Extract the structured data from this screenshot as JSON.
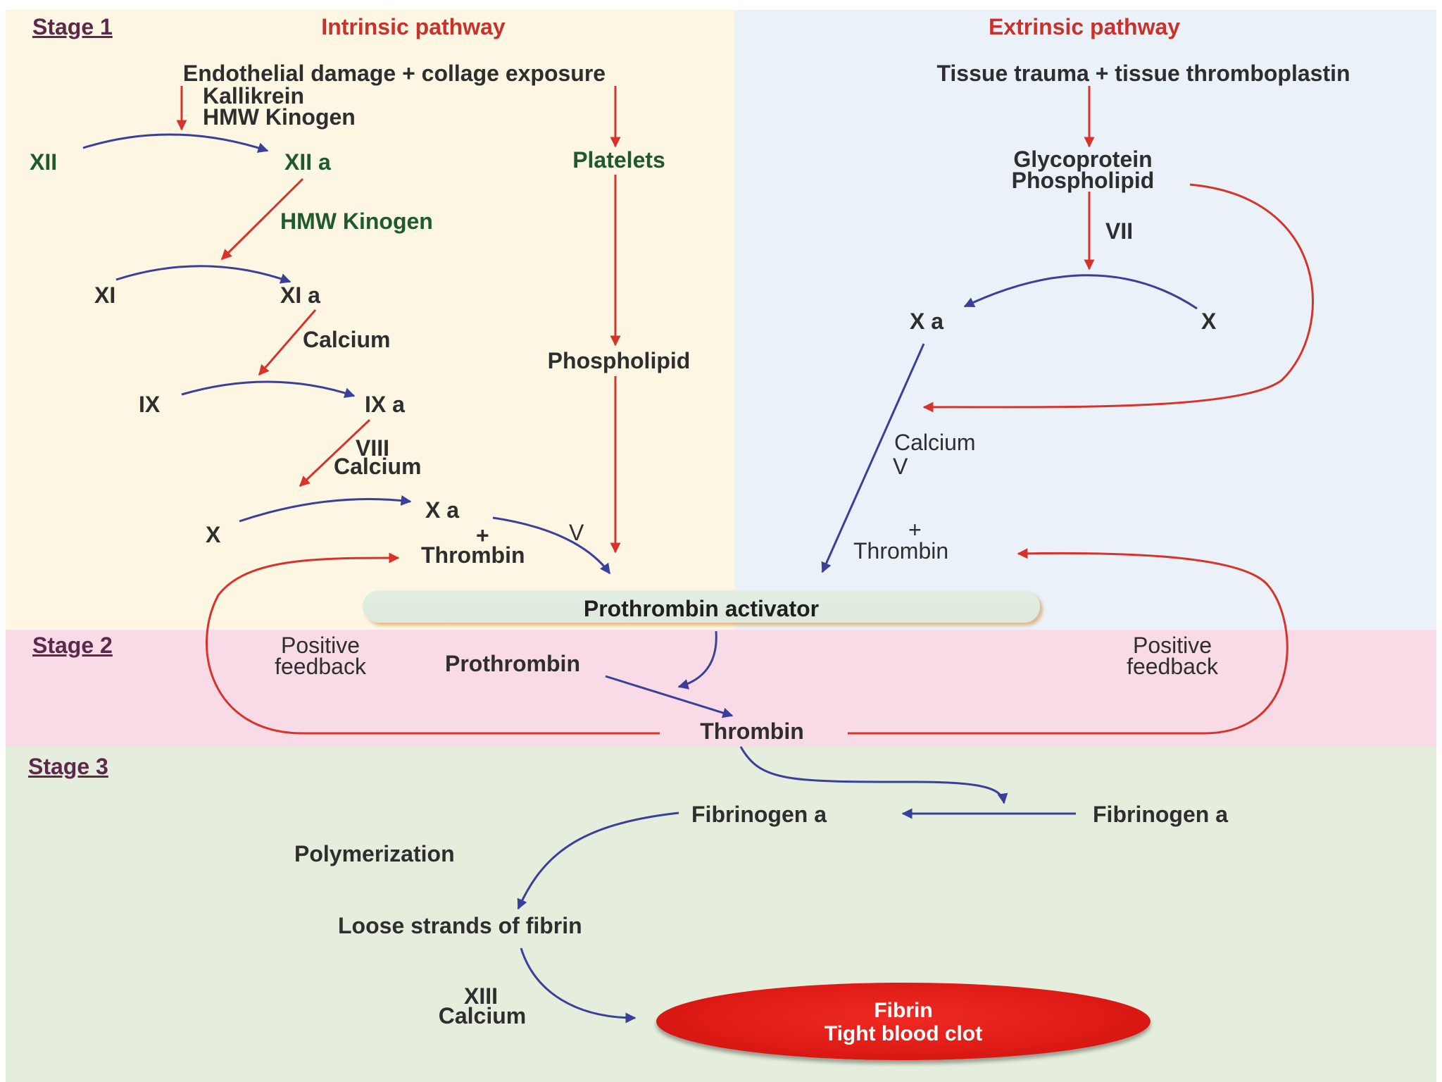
{
  "stages": {
    "stage1": "Stage 1",
    "stage2": "Stage 2",
    "stage3": "Stage 3"
  },
  "intrinsic": {
    "heading": "Intrinsic pathway",
    "trigger": "Endothelial damage + collage exposure",
    "kallikrein": "Kallikrein",
    "hmw_kinogen_1": "HMW Kinogen",
    "f12": "XII",
    "f12a": "XII a",
    "hmw_kinogen_2": "HMW Kinogen",
    "f11": "XI",
    "f11a": "XI a",
    "calcium_1": "Calcium",
    "f9": "IX",
    "f9a": "IX a",
    "viii": "VIII",
    "calcium_2": "Calcium",
    "f10": "X",
    "f10a": "X a",
    "plus": "+",
    "thrombin": "Thrombin",
    "v": "V",
    "platelets": "Platelets",
    "phospholipid": "Phospholipid"
  },
  "extrinsic": {
    "heading": "Extrinsic pathway",
    "trigger": "Tissue trauma + tissue thromboplastin",
    "glycoprotein": "Glycoprotein",
    "phospholipid": "Phospholipid",
    "vii": "VII",
    "f10a": "X a",
    "f10": "X",
    "calcium": "Calcium",
    "v": "V",
    "plus": "+",
    "thrombin": "Thrombin"
  },
  "center": {
    "prothrombin_activator": "Prothrombin activator",
    "prothrombin": "Prothrombin",
    "thrombin": "Thrombin",
    "positive_feedback_left_1": "Positive",
    "positive_feedback_left_2": "feedback",
    "positive_feedback_right_1": "Positive",
    "positive_feedback_right_2": "feedback"
  },
  "stage3": {
    "fibrinogen_left": "Fibrinogen a",
    "fibrinogen_right": "Fibrinogen a",
    "polymerization": "Polymerization",
    "loose_strands": "Loose strands of  fibrin",
    "xiii": "XIII",
    "calcium": "Calcium",
    "clot_line1": "Fibrin",
    "clot_line2": "Tight blood clot"
  },
  "colors": {
    "intrinsic_bg": "#fcf6e3",
    "extrinsic_bg": "#eaf1f9",
    "stage2_bg": "#f8dbe6",
    "stage3_bg": "#e5eedc",
    "red_arrow": "#d8332b",
    "blue_arrow": "#3a3f9a",
    "heading_red": "#c8322c",
    "factor_green": "#1f5a2a",
    "clot_red": "#dd1a15"
  }
}
